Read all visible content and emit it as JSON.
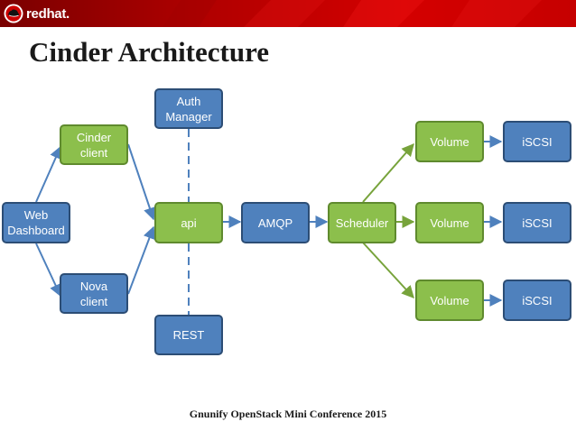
{
  "header": {
    "logo_text": "redhat."
  },
  "slide": {
    "title": "Cinder Architecture",
    "footer": "Gnunify OpenStack Mini Conference 2015"
  },
  "colors": {
    "blue_fill": "#4f81bd",
    "blue_border": "#2c4d75",
    "green_fill": "#8cbf4c",
    "green_border": "#5f8a2e",
    "banner_red": "#c60000"
  },
  "nodes": {
    "web_dashboard": "Web\nDashboard",
    "cinder_client": "Cinder\nclient",
    "nova_client": "Nova\nclient",
    "auth_manager": "Auth\nManager",
    "rest": "REST",
    "api": "api",
    "amqp": "AMQP",
    "scheduler": "Scheduler",
    "volume_1": "Volume",
    "volume_2": "Volume",
    "volume_3": "Volume",
    "iscsi_1": "iSCSI",
    "iscsi_2": "iSCSI",
    "iscsi_3": "iSCSI"
  }
}
